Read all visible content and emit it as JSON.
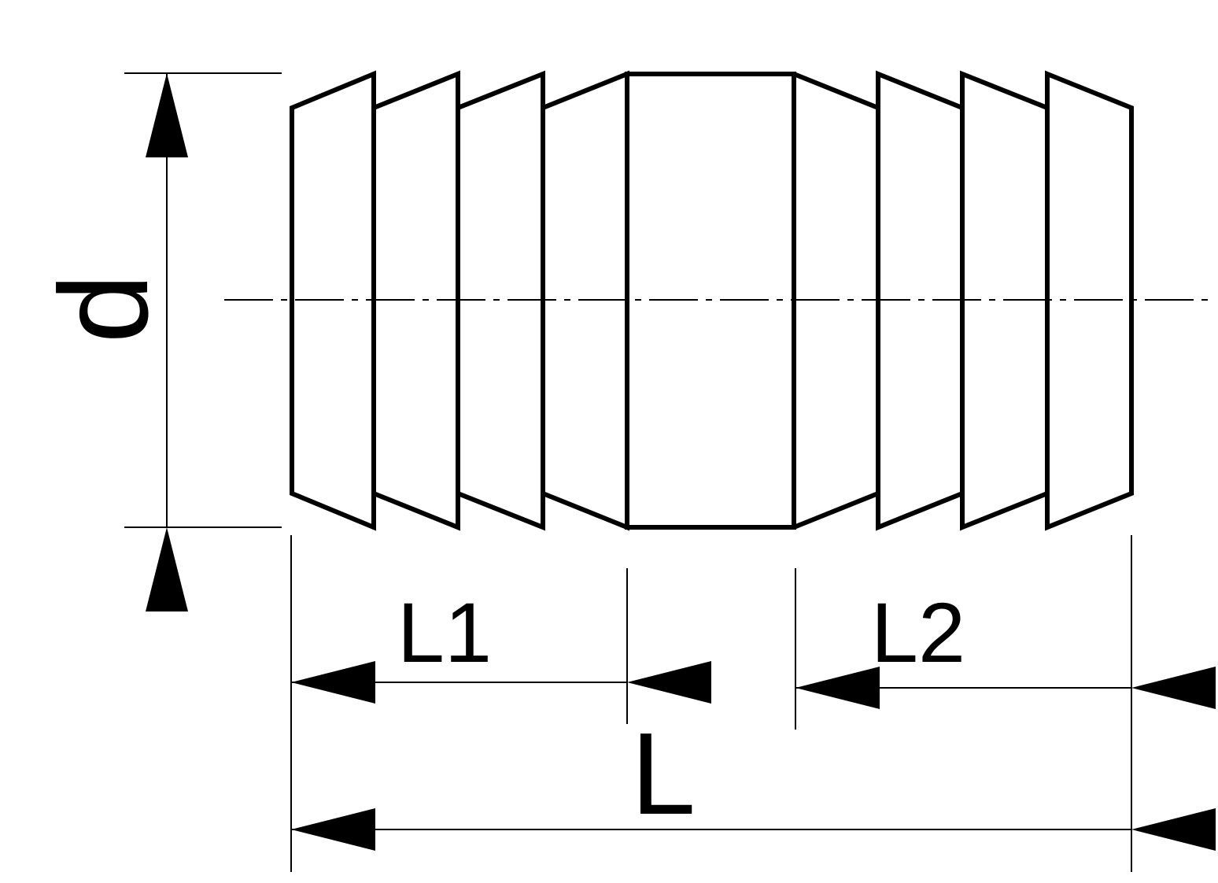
{
  "labels": {
    "diameter": "d",
    "left_thread_length": "L1",
    "right_thread_length": "L2",
    "total_length": "L"
  },
  "colors": {
    "line": "#000000",
    "background": "#ffffff"
  }
}
